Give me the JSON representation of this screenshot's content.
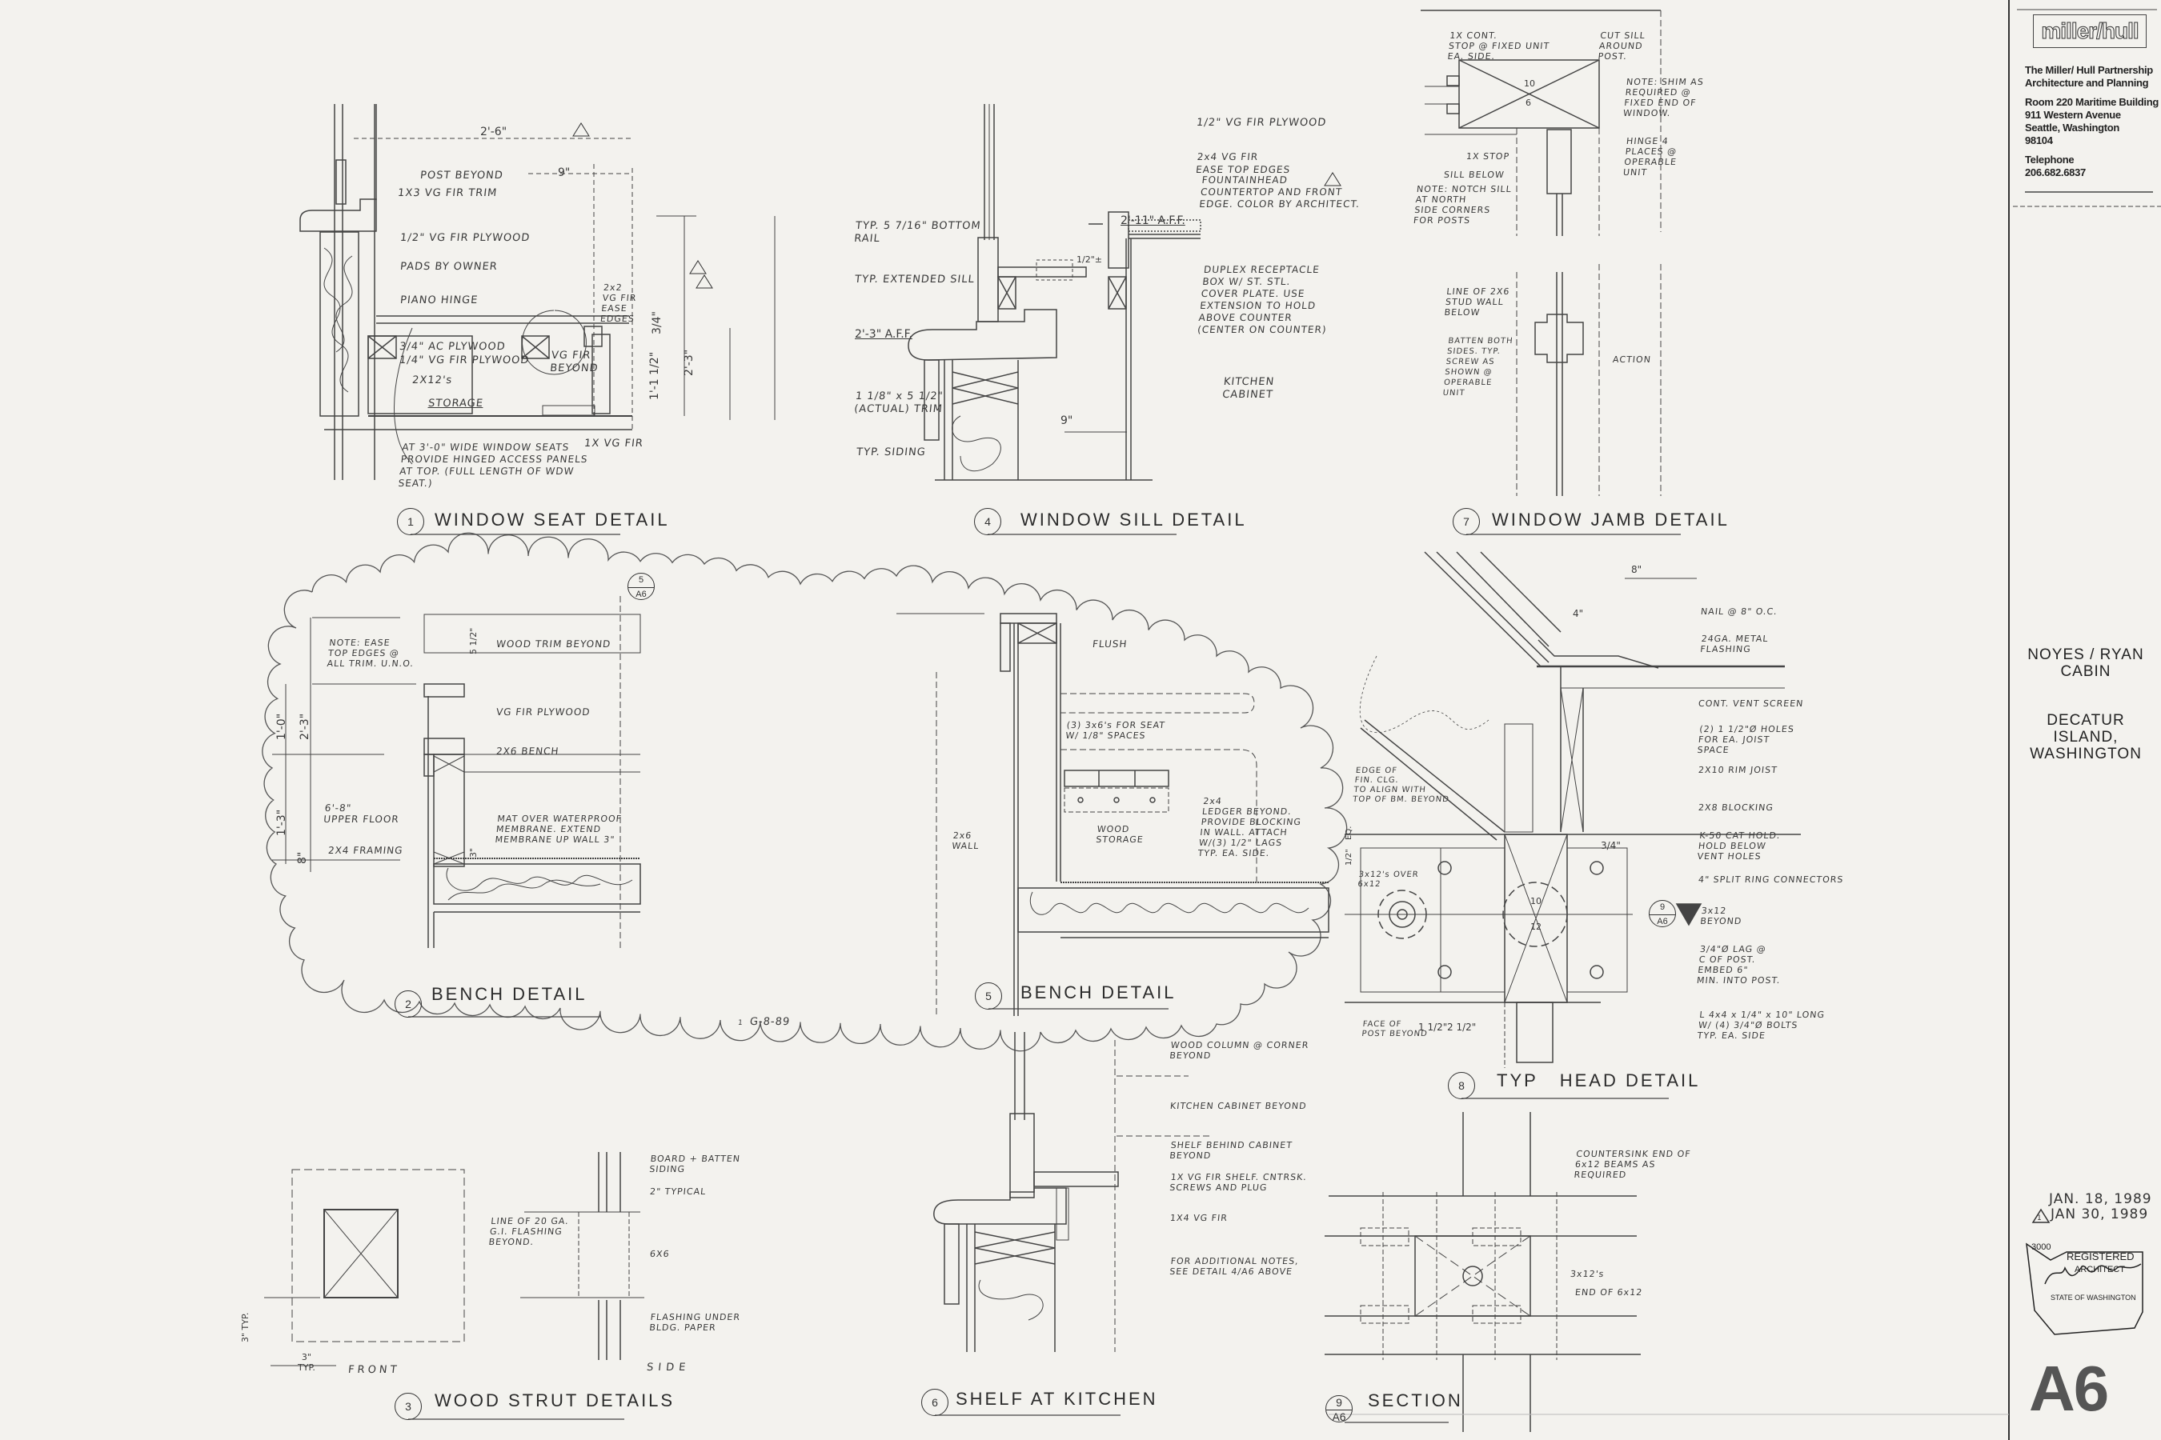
{
  "title_block": {
    "logo": "miller/hull",
    "firm_lines": [
      "The Miller/ Hull Partnership",
      "Architecture and Planning"
    ],
    "address_lines": [
      "Room 220 Maritime Building",
      "911 Western Avenue",
      "Seattle, Washington",
      "98104"
    ],
    "phone_lines": [
      "Telephone",
      "206.682.6837"
    ],
    "project_name": [
      "NOYES / RYAN",
      "CABIN"
    ],
    "project_location": [
      "DECATUR",
      "ISLAND,",
      "WASHINGTON"
    ],
    "dates": [
      "JAN. 18, 1989",
      "JAN 30, 1989"
    ],
    "revision_mark": "1",
    "stamp": {
      "line1": "REGISTERED",
      "line2": "ARCHITECT",
      "line3": "STATE OF WASHINGTON",
      "number": "3000"
    },
    "sheet_number": "A6"
  },
  "revision_cloud_tag": {
    "mark": "1",
    "text": "G-8-89"
  },
  "details": [
    {
      "number": "1",
      "title": "WINDOW SEAT DETAIL",
      "notes": [
        "POST BEYOND",
        "1X3 VG FIR TRIM",
        "1/2\" VG FIR PLYWOOD",
        "PADS BY OWNER",
        "PIANO HINGE",
        "3/4\" AC PLYWOOD",
        "1/4\" VG FIR PLYWOOD",
        "2X12's",
        "STORAGE",
        "2x2\nVG FIR\nEASE\nEDGES",
        "VG FIR\nBEYOND",
        "1X VG FIR",
        "AT 3'-0\" WIDE WINDOW SEATS\nPROVIDE HINGED ACCESS PANELS\nAT TOP. (FULL LENGTH OF WDW\nSEAT.)"
      ],
      "dims": [
        "2'-6\"",
        "9\"",
        "2'-3\"",
        "3/4\"",
        "1'-1 1/2\""
      ]
    },
    {
      "number": "4",
      "title": "WINDOW SILL DETAIL",
      "notes": [
        "1/2\" VG FIR PLYWOOD",
        "2x4 VG FIR\nEASE TOP EDGES",
        "FOUNTAINHEAD\nCOUNTERTOP AND FRONT\nEDGE. COLOR BY ARCHITECT.",
        "TYP. 5 7/16\" BOTTOM\nRAIL",
        "TYP. EXTENDED SILL",
        "DUPLEX RECEPTACLE\nBOX W/ ST. STL.\nCOVER PLATE. USE\nEXTENSION TO HOLD\nABOVE COUNTER\n(CENTER ON COUNTER)",
        "1 1/8\" x 5 1/2\"\n(ACTUAL) TRIM",
        "KITCHEN\nCABINET",
        "TYP. SIDING"
      ],
      "dims": [
        "2'-11\" A.F.F.",
        "2'-3\" A.F.F.",
        "1/2\"±",
        "9\""
      ]
    },
    {
      "number": "7",
      "title": "WINDOW JAMB DETAIL",
      "notes": [
        "1X CONT.\nSTOP @ FIXED UNIT\nEA. SIDE.",
        "CUT SILL\nAROUND\nPOST.",
        "NOTE: SHIM AS\nREQUIRED @\nFIXED END OF\nWINDOW.",
        "1X STOP",
        "HINGE 4\nPLACES @\nOPERABLE\nUNIT",
        "SILL BELOW",
        "NOTE: NOTCH SILL\nAT NORTH\nSIDE CORNERS\nFOR POSTS",
        "LINE OF 2X6\nSTUD WALL\nBELOW",
        "BATTEN BOTH\nSIDES. TYP.\nSCREW AS\nSHOWN @\nOPERABLE\nUNIT",
        "ACTION"
      ],
      "dims": [
        "10",
        "6"
      ]
    },
    {
      "number": "2",
      "title": "BENCH DETAIL",
      "notes": [
        "NOTE: EASE\nTOP EDGES @\nALL TRIM. U.N.O.",
        "WOOD TRIM BEYOND",
        "VG FIR PLYWOOD",
        "2X6 BENCH",
        "6'-8\"\nUPPER FLOOR",
        "2X4 FRAMING",
        "MAT OVER WATERPROOF\nMEMBRANE. EXTEND\nMEMBRANE UP WALL 3\""
      ],
      "dims": [
        "5 1/2\"",
        "2'-3\"",
        "1'-0\"",
        "1'-3\"",
        "8\"",
        "3\""
      ],
      "reference": {
        "detail": "5",
        "sheet": "A6"
      }
    },
    {
      "number": "5",
      "title": "BENCH DETAIL",
      "notes": [
        "FLUSH",
        "(3) 3x6's FOR SEAT\nW/ 1/8\" SPACES",
        "2x4\nLEDGER BEYOND.\nPROVIDE BLOCKING\nIN WALL. ATTACH\nW/(3) 1/2\" LAGS\nTYP. EA. SIDE.",
        "WOOD\nSTORAGE",
        "2x6\nWALL"
      ],
      "dims": []
    },
    {
      "number": "8",
      "title": "TYP   HEAD DETAIL",
      "notes": [
        "NAIL @ 8\" O.C.",
        "24GA. METAL\nFLASHING",
        "CONT. VENT SCREEN",
        "(2) 1 1/2\"Ø HOLES\nFOR EA. JOIST\nSPACE",
        "2X10 RIM JOIST",
        "2X8 BLOCKING",
        "K-50 CAT HOLD.\nHOLD BELOW\nVENT HOLES",
        "EDGE OF\nFIN. CLG.\nTO ALIGN WITH\nTOP OF BM. BEYOND",
        "3x12's OVER\n6x12",
        "4\" SPLIT RING CONNECTORS",
        "3x12\nBEYOND",
        "3/4\"Ø LAG @\nC OF POST.\nEMBED 6\"\nMIN. INTO POST.",
        "L 4x4 x 1/4\" x 10\" LONG\nW/ (4) 3/4\"Ø BOLTS\nTYP. EA. SIDE",
        "FACE OF\nPOST BEYOND"
      ],
      "dims": [
        "8\"",
        "4\"",
        "3/4\"",
        "1 1/2\"",
        "2 1/2\"",
        "EQ.",
        "1/2\"",
        "10",
        "12"
      ],
      "reference": {
        "detail": "9",
        "sheet": "A6"
      }
    },
    {
      "number": "3",
      "title": "WOOD STRUT DETAILS",
      "notes": [
        "LINE OF 20 GA.\nG.I. FLASHING\nBEYOND.",
        "BOARD + BATTEN\nSIDING",
        "2\" TYPICAL",
        "6X6",
        "FLASHING UNDER\nBLDG. PAPER",
        "FRONT",
        "SIDE"
      ],
      "dims": [
        "3\"\nTYP.",
        "3\" TYP."
      ]
    },
    {
      "number": "6",
      "title": "SHELF AT KITCHEN",
      "notes": [
        "WOOD COLUMN @ CORNER\nBEYOND",
        "KITCHEN CABINET BEYOND",
        "SHELF BEHIND CABINET\nBEYOND",
        "1X VG FIR SHELF. CNTRSK.\nSCREWS AND PLUG",
        "1X4 VG FIR",
        "FOR ADDITIONAL NOTES,\nSEE DETAIL 4/A6 ABOVE"
      ],
      "dims": []
    },
    {
      "number": "9",
      "sheet": "A6",
      "title": "SECTION",
      "notes": [
        "COUNTERSINK END OF\n6x12 BEAMS AS\nREQUIRED",
        "3x12's",
        "END OF 6x12"
      ],
      "dims": []
    }
  ]
}
